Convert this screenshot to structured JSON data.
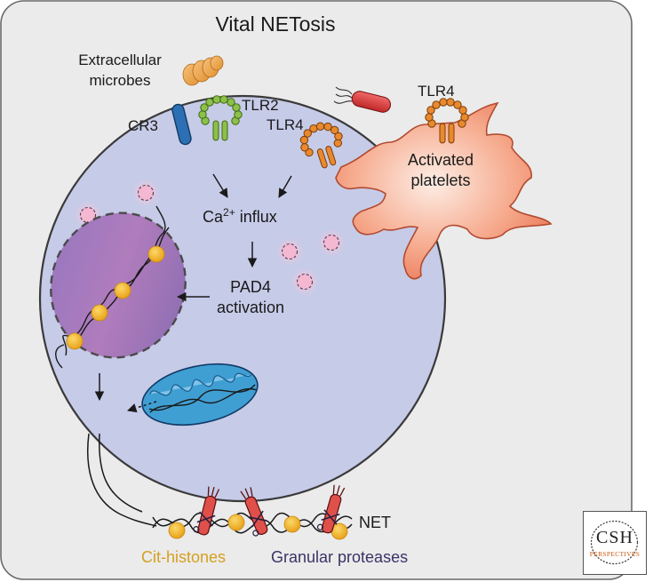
{
  "title": "Vital NETosis",
  "labels": {
    "microbes_line1": "Extracellular",
    "microbes_line2": "microbes",
    "cr3": "CR3",
    "tlr2": "TLR2",
    "tlr4_cell": "TLR4",
    "tlr4_platelet": "TLR4",
    "platelets_line1": "Activated",
    "platelets_line2": "platelets",
    "ca_prefix": "Ca",
    "ca_superscript": "2+",
    "ca_suffix": " influx",
    "pad4_line1": "PAD4",
    "pad4_line2": "activation",
    "net": "NET",
    "cit_histones": "Cit-histones",
    "granular_proteases": "Granular proteases"
  },
  "logo": {
    "main": "CSH",
    "sub": "PERSPECTIVES"
  },
  "colors": {
    "panel": "#ebebeb",
    "cell": "#c6cbe8",
    "nucleus": "#a77bbd",
    "histone": "#f2b22a",
    "platelet": "#f28a6a",
    "mitochondrion": "#3f9fd3",
    "tlr2": "#7fb540",
    "tlr4": "#e0842a",
    "cr3": "#2d6fb3",
    "cit_histones_text": "#d4a020",
    "granular_proteases_text": "#3b3366"
  }
}
